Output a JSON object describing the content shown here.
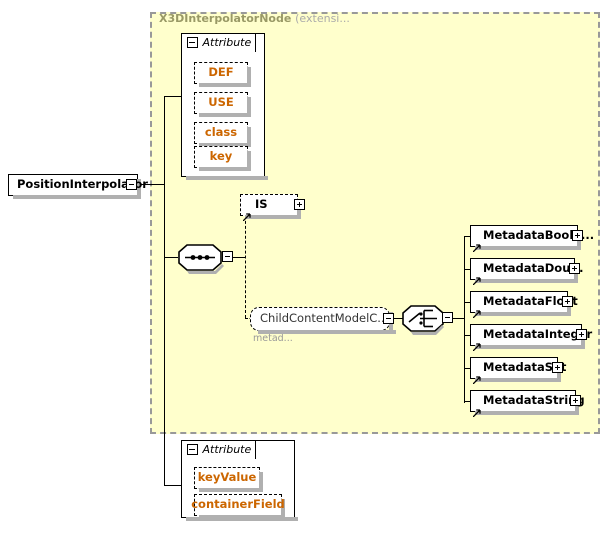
{
  "diagram": {
    "type": "xml-schema-element-diagram",
    "root_element": {
      "name": "PositionInterpolator",
      "toggle": "minus"
    },
    "extension_region": {
      "title": "X3DInterpolatorNode",
      "subtitle": "(extensi...",
      "background_color": "#ffffcc",
      "border_color": "#999999"
    },
    "inherited_attribute_group": {
      "header": "Attribute",
      "toggle": "minus",
      "items": [
        {
          "name": "DEF",
          "style": "optional"
        },
        {
          "name": "USE",
          "style": "optional"
        },
        {
          "name": "class",
          "style": "optional"
        },
        {
          "name": "key",
          "style": "optional"
        }
      ]
    },
    "own_attribute_group": {
      "header": "Attribute",
      "toggle": "minus",
      "items": [
        {
          "name": "keyValue",
          "style": "optional"
        },
        {
          "name": "containerField",
          "style": "optional"
        }
      ]
    },
    "sequence_compositor": {
      "kind": "sequence",
      "toggle": "minus"
    },
    "choice_compositor": {
      "kind": "choice",
      "toggle": "minus"
    },
    "sequence_children": [
      {
        "name": "IS",
        "style": "dashed-reference",
        "toggle": "plus"
      },
      {
        "name": "ChildContentModelC...",
        "style": "rounded-dashed-group",
        "toggle": "minus",
        "sublabel": "metad..."
      }
    ],
    "choice_children": [
      {
        "name": "MetadataBoole...",
        "toggle": "plus"
      },
      {
        "name": "MetadataDou...",
        "toggle": "plus"
      },
      {
        "name": "MetadataFloat",
        "toggle": "plus"
      },
      {
        "name": "MetadataInteger",
        "toggle": "plus"
      },
      {
        "name": "MetadataSet",
        "toggle": "plus"
      },
      {
        "name": "MetadataString",
        "toggle": "plus"
      }
    ],
    "colors": {
      "extension_fill": "#ffffcc",
      "attribute_text": "#cc6600",
      "title_text": "#999966",
      "line": "#000000",
      "shadow": "#b0b0b0"
    }
  }
}
